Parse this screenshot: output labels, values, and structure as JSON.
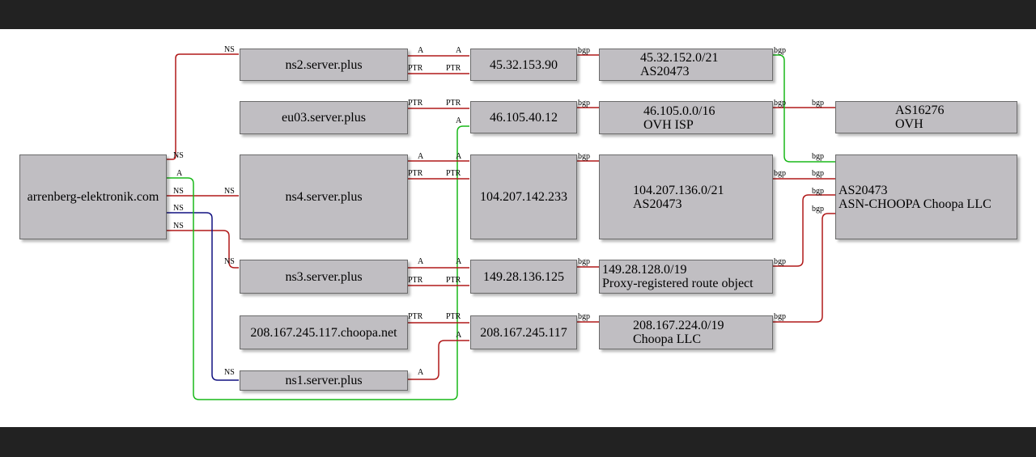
{
  "colors": {
    "dns": "#b01818",
    "a_record": "#18b818",
    "ns1": "#101080",
    "node_fill": "#c0bec2"
  },
  "nodes": {
    "domain": "arrenberg-elektronik.com",
    "ns2": "ns2.server.plus",
    "eu03": "eu03.server.plus",
    "ns4": "ns4.server.plus",
    "ns3": "ns3.server.plus",
    "choopa_host": "208.167.245.117.choopa.net",
    "ns1": "ns1.server.plus",
    "ip_45": "45.32.153.90",
    "ip_46": "46.105.40.12",
    "ip_104": "104.207.142.233",
    "ip_149": "149.28.136.125",
    "ip_208": "208.167.245.117",
    "net_45": "45.32.152.0/21\nAS20473",
    "net_46": "46.105.0.0/16\nOVH ISP",
    "net_104": "104.207.136.0/21\nAS20473",
    "net_149": "149.28.128.0/19\nProxy-registered route object",
    "net_208": "208.167.224.0/19\nChoopa LLC",
    "as16276": "AS16276\nOVH",
    "as20473": "AS20473\nASN-CHOOPA Choopa LLC"
  },
  "edge_labels": {
    "ns": "NS",
    "a": "A",
    "ptr": "PTR",
    "bgp": "bgp"
  }
}
